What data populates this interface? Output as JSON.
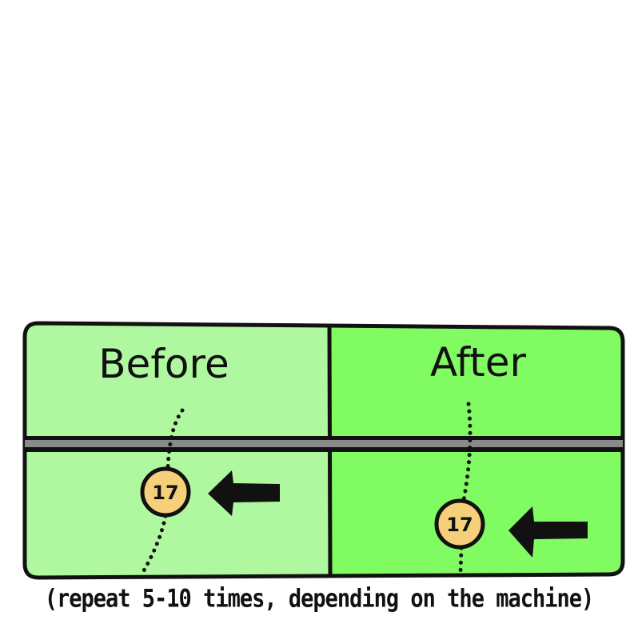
{
  "panels": [
    {
      "title": "Before",
      "ball_label": "17",
      "color": "#b0f8a0"
    },
    {
      "title": "After",
      "ball_label": "17",
      "color": "#80fc62"
    }
  ],
  "caption": "(repeat 5-10 times, depending on the machine)",
  "colors": {
    "ball": "#f5cf7a",
    "road": "#8a8a8a",
    "outline": "#111111"
  }
}
